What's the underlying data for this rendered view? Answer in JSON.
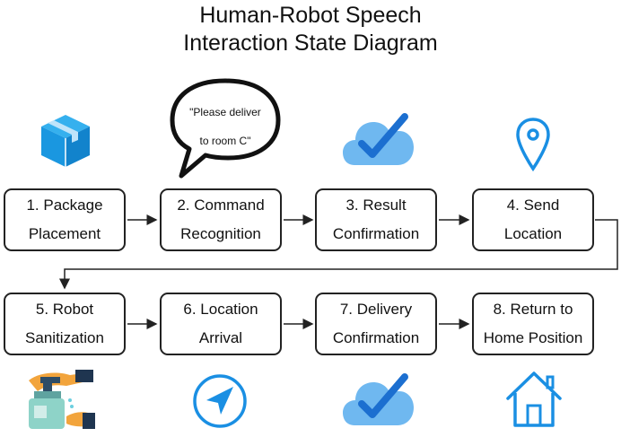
{
  "title": {
    "line1": "Human-Robot Speech",
    "line2": "Interaction State Diagram"
  },
  "speech_bubble": {
    "line1": "\"Please deliver",
    "line2": "to room C\""
  },
  "states": [
    {
      "line1": "1. Package",
      "line2": "Placement",
      "icon": "package-box-icon"
    },
    {
      "line1": "2. Command",
      "line2": "Recognition",
      "icon": "speech-bubble-icon"
    },
    {
      "line1": "3. Result",
      "line2": "Confirmation",
      "icon": "cloud-check-icon"
    },
    {
      "line1": "4. Send",
      "line2": "Location",
      "icon": "location-pin-icon"
    },
    {
      "line1": "5. Robot",
      "line2": "Sanitization",
      "icon": "hand-sanitizer-icon"
    },
    {
      "line1": "6. Location",
      "line2": "Arrival",
      "icon": "navigation-arrow-icon"
    },
    {
      "line1": "7. Delivery",
      "line2": "Confirmation",
      "icon": "cloud-check-icon"
    },
    {
      "line1": "8. Return to",
      "line2": "Home Position",
      "icon": "home-icon"
    }
  ],
  "colors": {
    "accent_blue": "#1a8fe3",
    "cloud_light": "#6fb8f0",
    "box_border": "#222222"
  }
}
